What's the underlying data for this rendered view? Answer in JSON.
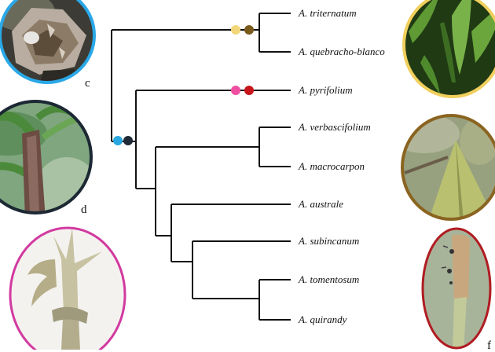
{
  "taxa": [
    "A. triternatum",
    "A. quebracho-blanco",
    "A. pyrifolium",
    "A. verbascifolium",
    "A. macrocarpon",
    "A. australe",
    "A. subincanum",
    "A. tomentosum",
    "A. quirandy"
  ],
  "panel_labels": {
    "c": "c",
    "d": "d",
    "f": "f"
  },
  "colors": {
    "branch": "#111111",
    "marker_yellow": "#f2d77a",
    "marker_brown": "#7a5a1c",
    "marker_pink": "#ee4fa0",
    "marker_red": "#c8151c",
    "marker_blue": "#29a7e0",
    "marker_navy": "#1f2a36",
    "ring_blue": "#2aa8e8",
    "ring_navy": "#1c2833",
    "ring_yellow": "#f0cf5c",
    "ring_brown": "#8a6420",
    "ring_pink": "#d23aa0",
    "ring_red": "#b01c22"
  },
  "photo_icons": {
    "c": "bark-photo-icon",
    "d": "stem-photo-icon",
    "flower": "flower-photo-icon",
    "leaves": "leaves-photo-icon",
    "leaf_tip": "leaf-tip-photo-icon",
    "fruit": "fruit-stalk-photo-icon"
  }
}
